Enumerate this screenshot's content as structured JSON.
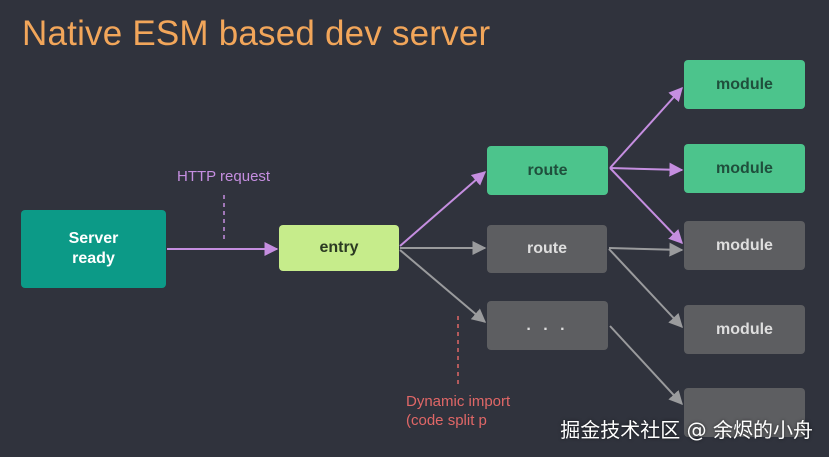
{
  "title": "Native ESM based dev server",
  "nodes": {
    "server": "Server\nready",
    "entry": "entry",
    "route_loaded": "route",
    "route_other": "route",
    "more_routes": ". . .",
    "modules": [
      "module",
      "module",
      "module",
      "module"
    ]
  },
  "labels": {
    "http_request": "HTTP request",
    "dynamic_import_line1": "Dynamic import",
    "dynamic_import_line2": "(code split p"
  },
  "watermark": "掘金技术社区 @ 余烬的小舟",
  "colors": {
    "background": "#30333d",
    "title": "#f2a65a",
    "server": "#0c9a87",
    "entry": "#c6ec8b",
    "loaded": "#4cc48c",
    "unloaded": "#5d5e61",
    "active_arrow": "#c58ee0",
    "inactive_arrow": "#9a9b9d",
    "dynamic_import": "#e06767"
  }
}
